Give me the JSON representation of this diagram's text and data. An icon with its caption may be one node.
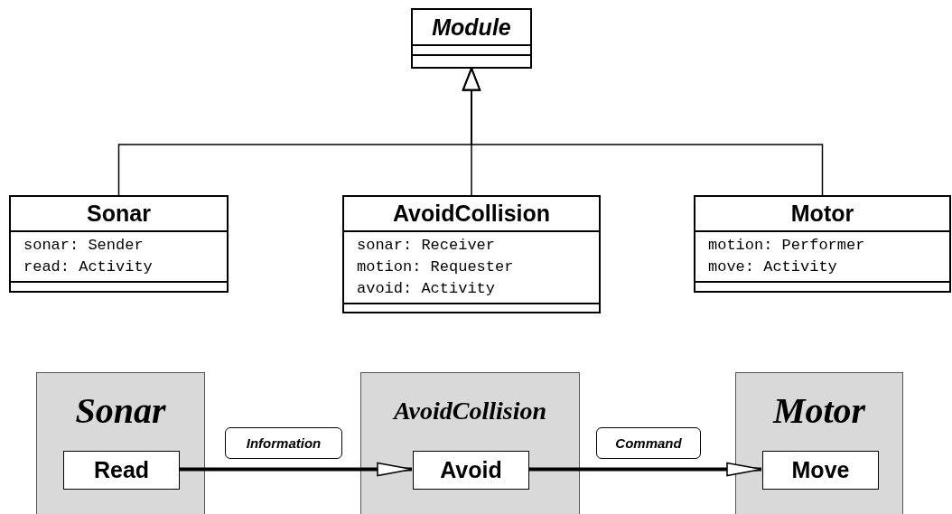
{
  "diagram": {
    "nodes": [
      {
        "text": [
          "Module"
        ]
      },
      {
        "text": [
          "Sonar",
          "sonar: Sender",
          "read: Activity"
        ]
      },
      {
        "text": [
          "AvoidCollision",
          "sonar: Receiver",
          "motion: Requester",
          "avoid: Activity"
        ]
      },
      {
        "text": [
          "Motor",
          "motion: Performer",
          "move: Activity"
        ]
      },
      {
        "text": [
          "Sonar"
        ]
      },
      {
        "text": [
          "Read"
        ],
        "in": 4
      },
      {
        "text": [
          "AvoidCollision"
        ]
      },
      {
        "text": [
          "Avoid"
        ],
        "in": 6
      },
      {
        "text": [
          "Motor"
        ]
      },
      {
        "text": [
          "Move"
        ],
        "in": 8
      }
    ],
    "edges": [
      {
        "from": 1,
        "to": 0,
        "arrow": "to"
      },
      {
        "from": 2,
        "to": 0,
        "arrow": "to"
      },
      {
        "from": 3,
        "to": 0,
        "arrow": "to"
      },
      {
        "from": 5,
        "to": 7,
        "arrow": "to",
        "label": "Information",
        "style": "thick"
      },
      {
        "from": 7,
        "to": 9,
        "arrow": "to",
        "label": "Command",
        "style": "thick"
      }
    ]
  }
}
